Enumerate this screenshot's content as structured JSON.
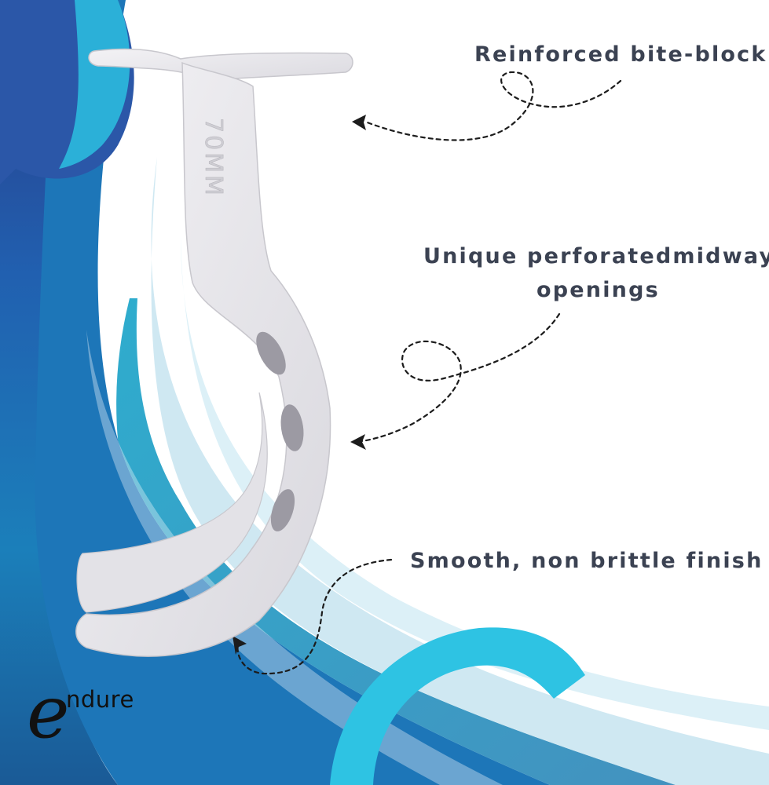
{
  "callouts": {
    "bite_block": "Reinforced bite-block",
    "openings_line1": "Unique perforatedmidway",
    "openings_line2": "openings",
    "finish": "Smooth, non brittle finish"
  },
  "product": {
    "size_marking": "70MM"
  },
  "brand": {
    "initial": "e",
    "rest": "ndure"
  },
  "colors": {
    "navy": "#2b3f8a",
    "deep_blue": "#1f5aa8",
    "teal": "#1aa9c9",
    "cyan": "#35c8e6",
    "ice": "#c9e6f1",
    "airway_white": "#ecebef",
    "text": "#3b4252"
  }
}
